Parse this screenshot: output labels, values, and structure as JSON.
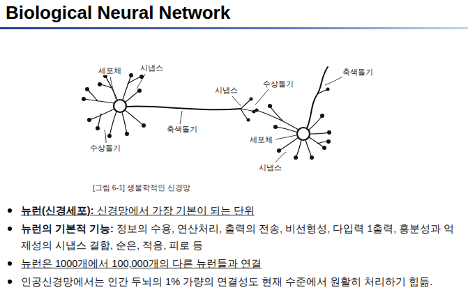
{
  "diagram": {
    "title": "Biological Neural Network",
    "caption": "[그림 6-1] 생물학적인 신경망",
    "labels": [
      "세포체",
      "시냅스",
      "축색돌기",
      "시냅스",
      "수상돌기",
      "축색돌기",
      "수상돌기",
      "세포체",
      "시냅스",
      "뉴런(신경세포):",
      "신경망에서 가장 기본이 되는 단위",
      "뉴런의 기본적 기능:",
      "정보의 수용, 연산처리, 출력의 전송, 비선형성, 다입력 1출력, 흥분성과 억제성의 시냅스 결합, 순은, 적응, 피로 등",
      "뉴런은 1000개에서 100,000개의 다른 뉴런들과 연결",
      "인공신경망에서는 인간 두뇌의 1% 가량의 연결성도 현재 수준에서 원활히 처리하기 힘듦."
    ]
  }
}
